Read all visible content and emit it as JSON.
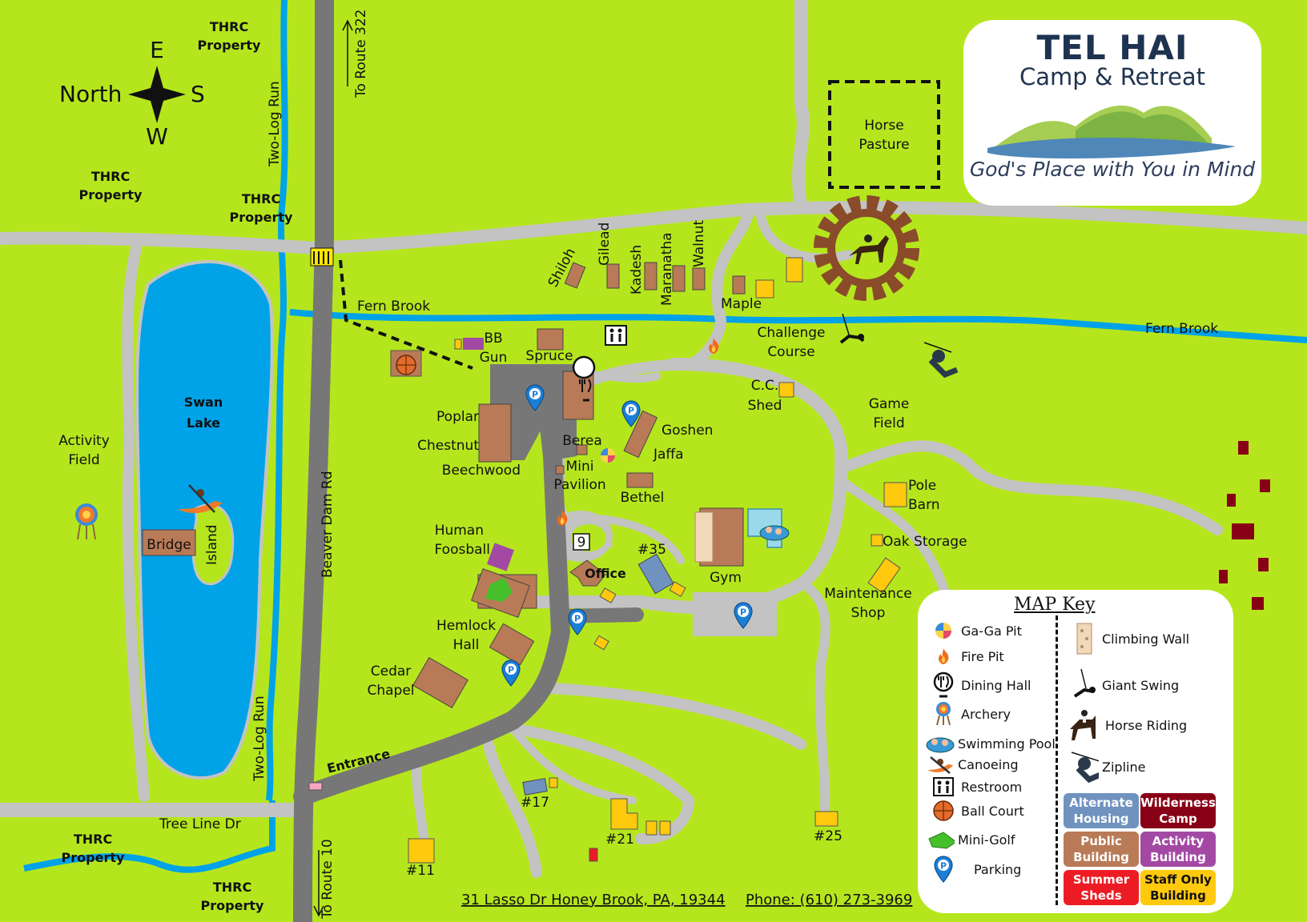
{
  "colors": {
    "grass": "#b5e61d",
    "road": "#c3c3c3",
    "water": "#00a2e8",
    "public": "#b97a57",
    "staff": "#ffc90e",
    "activity": "#a349a4",
    "wilderness": "#880015",
    "summer": "#ed1c24",
    "alternate": "#7092be"
  },
  "compass": {
    "north": "North",
    "south": "S",
    "east": "E",
    "west": "W"
  },
  "roads": {
    "road322": "To Route 322",
    "route10": "To Route 10",
    "beaverdam": "Beaver Dam Rd",
    "treeline": "Tree Line Dr",
    "entrance": "Entrance"
  },
  "water": {
    "swan1": "Swan",
    "swan2": "Lake",
    "island": "Island",
    "twolog": "Two-Log Run",
    "fernbrook": "Fern Brook"
  },
  "labels": {
    "thrc1": "THRC",
    "thrc2": "Property",
    "activity_field1": "Activity",
    "activity_field2": "Field",
    "bridge": "Bridge",
    "horse_pasture1": "Horse",
    "horse_pasture2": "Pasture",
    "shiloh": "Shiloh",
    "gilead": "Gilead",
    "kadesh": "Kadesh",
    "maranatha": "Maranatha",
    "walnut": "Walnut",
    "maple": "Maple",
    "challenge1": "Challenge",
    "challenge2": "Course",
    "bbgun1": "BB",
    "bbgun2": "Gun",
    "spruce": "Spruce",
    "ccshed1": "C.C.",
    "ccshed2": "Shed",
    "gamefield1": "Game",
    "gamefield2": "Field",
    "poplar": "Poplar",
    "chestnut": "Chestnut",
    "beechwood": "Beechwood",
    "berea": "Berea",
    "mini1": "Mini",
    "mini2": "Pavilion",
    "goshen": "Goshen",
    "jaffa": "Jaffa",
    "bethel": "Bethel",
    "polebarn1": "Pole",
    "polebarn2": "Barn",
    "oakstorage": "Oak Storage",
    "human1": "Human",
    "human2": "Foosball",
    "nine": "9",
    "n35": "#35",
    "office": "Office",
    "gym": "Gym",
    "maint1": "Maintenance",
    "maint2": "Shop",
    "hemlock1": "Hemlock",
    "hemlock2": "Hall",
    "cedar1": "Cedar",
    "cedar2": "Chapel",
    "n17": "#17",
    "n21": "#21",
    "n25": "#25",
    "n11": "#11"
  },
  "footer": {
    "address": "31 Lasso Dr Honey Brook, PA, 19344",
    "phone": "Phone: (610) 273-3969"
  },
  "logo": {
    "title": "TEL HAI",
    "subtitle": "Camp & Retreat",
    "tagline": "God's Place with You in Mind"
  },
  "key": {
    "title": "MAP Key",
    "left": [
      {
        "label": "Ga-Ga Pit",
        "icon": "gaga-ball-icon"
      },
      {
        "label": "Fire Pit",
        "icon": "fire-pit-icon"
      },
      {
        "label": "Dining Hall",
        "icon": "dining-hall-icon"
      },
      {
        "label": "Archery",
        "icon": "archery-target-icon"
      },
      {
        "label": "Swimming Pool",
        "icon": "swimming-pool-icon"
      },
      {
        "label": "Canoeing",
        "icon": "canoe-icon"
      },
      {
        "label": "Restroom",
        "icon": "restroom-icon"
      },
      {
        "label": "Ball Court",
        "icon": "basketball-icon"
      },
      {
        "label": "Mini-Golf",
        "icon": "mini-golf-icon"
      },
      {
        "label": "Parking",
        "icon": "parking-pin-icon"
      }
    ],
    "right": [
      {
        "label": "Climbing Wall",
        "icon": "climbing-wall-icon"
      },
      {
        "label": "Giant Swing",
        "icon": "giant-swing-icon"
      },
      {
        "label": "Horse Riding",
        "icon": "horse-riding-icon"
      },
      {
        "label": "Zipline",
        "icon": "zipline-icon"
      }
    ],
    "categories": {
      "alternate": "Alternate Housing",
      "wilderness": "Wilderness Camp",
      "public": "Public Building",
      "activity": "Activity Building",
      "summer": "Summer Sheds",
      "staff": "Staff Only Building"
    }
  }
}
